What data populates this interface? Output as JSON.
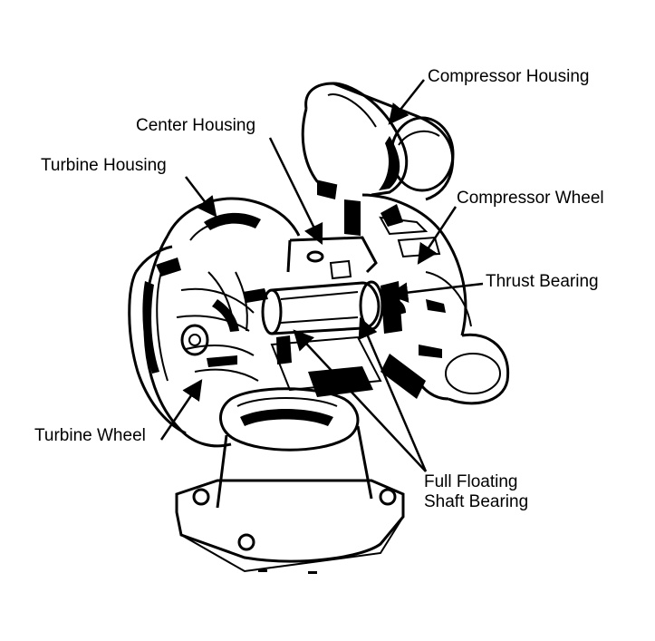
{
  "labels": {
    "compressor_housing": "Compressor Housing",
    "center_housing": "Center Housing",
    "turbine_housing": "Turbine Housing",
    "compressor_wheel": "Compressor Wheel",
    "thrust_bearing": "Thrust Bearing",
    "turbine_wheel": "Turbine Wheel",
    "shaft_bearing_line1": "Full Floating",
    "shaft_bearing_line2": "Shaft Bearing"
  },
  "colors": {
    "ink": "#000000",
    "paper": "#ffffff"
  }
}
